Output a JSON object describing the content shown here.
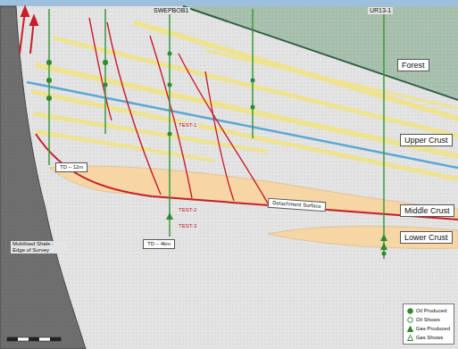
{
  "diagram": {
    "labels": [
      "SWEPBOB1",
      "UR13-1",
      "Forest",
      "Upper Crust",
      "Middle Crust",
      "Lower Crust",
      "Detachment Surface",
      "TEST-1",
      "TEST-2",
      "TEST-3",
      "TD – 12m",
      "TD – 4km",
      "Mobilised Shale - Edge of Survey"
    ],
    "legend": [
      {
        "text": "Oil Produced"
      },
      {
        "text": "Oil Shows"
      },
      {
        "text": "Gas Produced"
      },
      {
        "text": "Gas Shows"
      }
    ]
  }
}
